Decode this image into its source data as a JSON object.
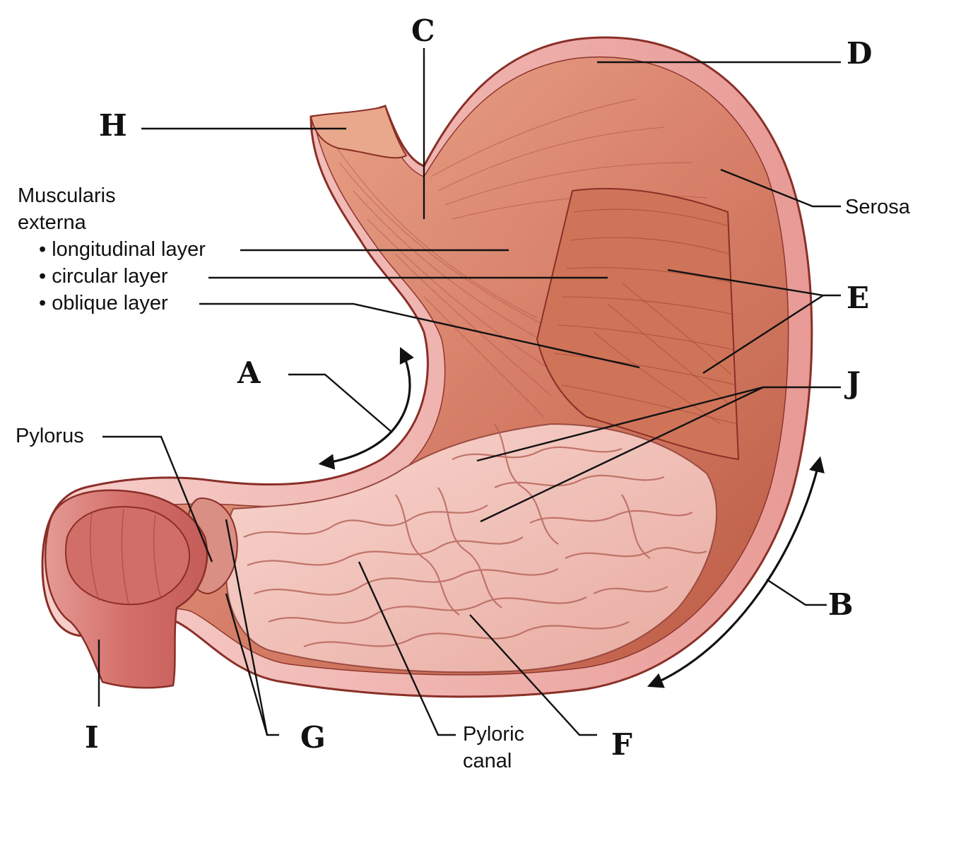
{
  "labels": {
    "C": "C",
    "D": "D",
    "H": "H",
    "serosa": "Serosa",
    "muscularis_line1": "Muscularis",
    "muscularis_line2": "externa",
    "longitudinal": "• longitudinal layer",
    "circular": "• circular layer",
    "oblique": "• oblique layer",
    "E": "E",
    "A": "A",
    "J": "J",
    "pylorus": "Pylorus",
    "B": "B",
    "I": "I",
    "G": "G",
    "pyloric_canal_line1": "Pyloric",
    "pyloric_canal_line2": "canal",
    "F": "F"
  },
  "colors": {
    "muscle": "#d9826a",
    "muscle_dark": "#b8553f",
    "serosa_pink": "#f2b4ae",
    "mucosa": "#f0c2ba",
    "mucosa_shadow": "#c9786c",
    "outline": "#8a2f28"
  }
}
